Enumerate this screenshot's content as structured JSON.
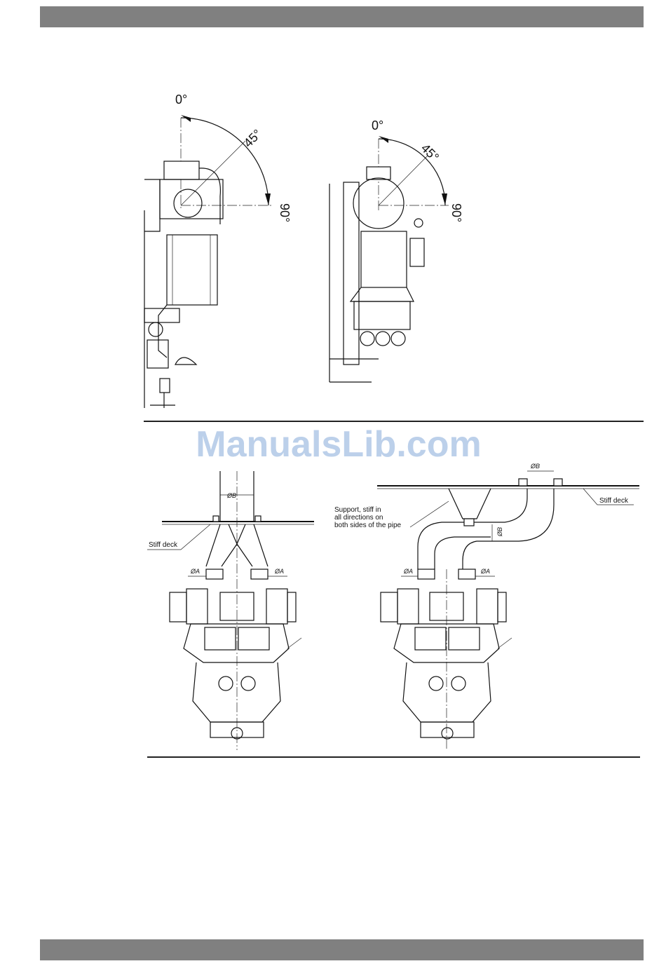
{
  "header_band": "",
  "footer_band": "",
  "watermark": "ManualsLib.com",
  "top_left_view": {
    "angle_0": "0°",
    "angle_45": "45°",
    "angle_90": "90°"
  },
  "top_right_view": {
    "angle_0": "0°",
    "angle_45": "45°",
    "angle_90": "90°"
  },
  "bottom_left_view": {
    "stiff_deck": "Stiff deck",
    "dim_b": "ØB",
    "dim_a_left": "ØA",
    "dim_a_right": "ØA"
  },
  "bottom_right_view": {
    "stiff_deck": "Stiff deck",
    "support_note_line1": "Support, stiff in",
    "support_note_line2": "all directions on",
    "support_note_line3": "both sides of the pipe",
    "dim_b_top": "ØB",
    "dim_b_side": "ØB",
    "dim_a_left": "ØA",
    "dim_a_right": "ØA"
  },
  "colors": {
    "band": "#808080",
    "watermark": "#bcd0ea",
    "line": "#111111"
  }
}
